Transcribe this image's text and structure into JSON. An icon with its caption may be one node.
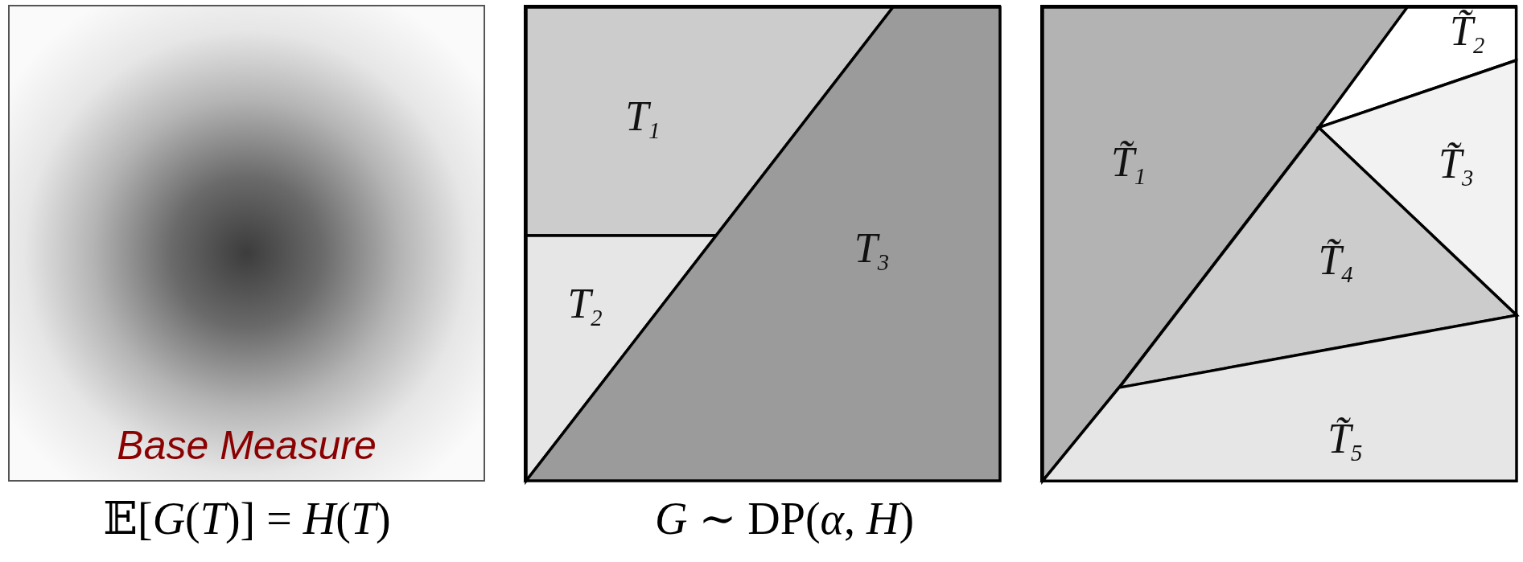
{
  "diagram": {
    "nodes": [
      {
        "text": [
          "Base Measure"
        ]
      },
      {
        "text": [],
        "shape": "box"
      },
      {
        "text": [
          "T$_{1}$"
        ],
        "in": 1
      },
      {
        "text": [
          "T$_{2}$"
        ],
        "in": 1
      },
      {
        "text": [
          "T$_{3}$"
        ],
        "in": 1
      },
      {
        "text": [],
        "shape": "box"
      },
      {
        "text": [
          "T̃$_{1}$"
        ],
        "in": 5
      },
      {
        "text": [
          "T̃$_{2}$"
        ],
        "in": 5
      },
      {
        "text": [
          "T̃$_{3}$"
        ],
        "in": 5
      },
      {
        "text": [
          "T̃$_{4}$"
        ],
        "in": 5
      },
      {
        "text": [
          "T̃$_{5}$"
        ],
        "in": 5
      }
    ],
    "edges": [],
    "labels": [
      "𝔼[*G*(*T*)] = *H*(*T*)",
      "*G* ∼ DP(*α*, *H*)"
    ]
  }
}
